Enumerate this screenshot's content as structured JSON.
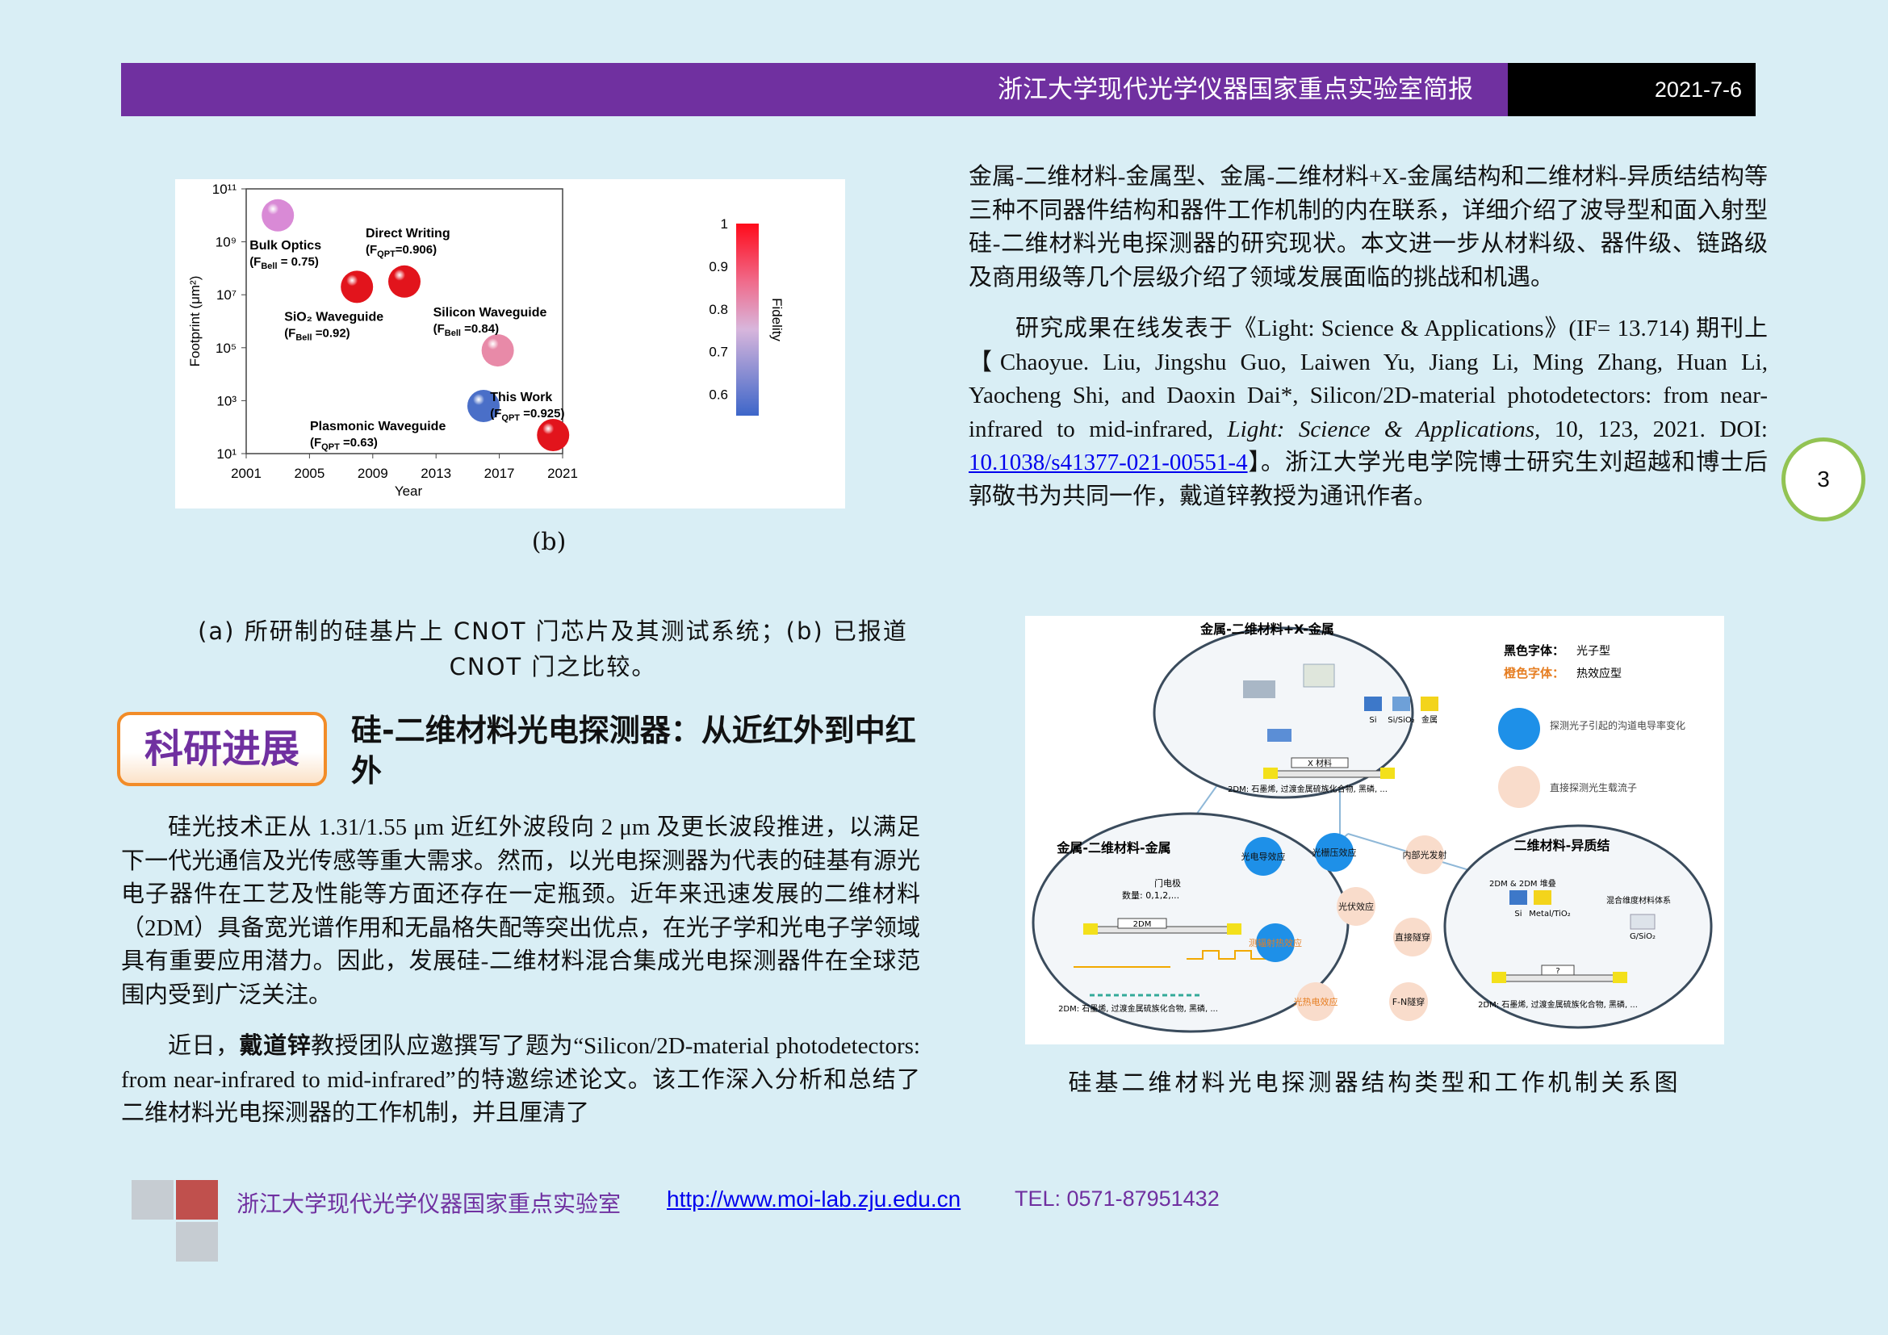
{
  "header": {
    "title": "浙江大学现代光学仪器国家重点实验室简报",
    "date": "2021-7-6",
    "colors": {
      "bar": "#7030a0",
      "date_box": "#000000"
    }
  },
  "figure_b": {
    "label": "(b)",
    "caption": "(a) 所研制的硅基片上 CNOT 门芯片及其测试系统；(b) 已报道 CNOT 门之比较。"
  },
  "chart_data": {
    "type": "scatter",
    "xlabel": "Year",
    "ylabel": "Footprint (μm²)",
    "colorbar_label": "Fidelity",
    "xlim": [
      2001,
      2021
    ],
    "ylim_log10": [
      1,
      11
    ],
    "x_ticks": [
      "2001",
      "2005",
      "2009",
      "2013",
      "2017",
      "2021"
    ],
    "y_ticks": [
      {
        "exp": 1,
        "label": "10¹"
      },
      {
        "exp": 3,
        "label": "10³"
      },
      {
        "exp": 5,
        "label": "10⁵"
      },
      {
        "exp": 7,
        "label": "10⁷"
      },
      {
        "exp": 9,
        "label": "10⁹"
      },
      {
        "exp": 11,
        "label": "10¹¹"
      }
    ],
    "colorbar_ticks": [
      "1",
      "0.9",
      "0.8",
      "0.7",
      "0.6"
    ],
    "colorbar_range": [
      0.55,
      1.0
    ],
    "points": [
      {
        "name": "Bulk Optics",
        "sub": "(F",
        "subscript": "Bell",
        "value_text": " = 0.75)",
        "x": 2003,
        "y_log10": 10.0,
        "fidelity": 0.75,
        "color": "#d98ad6"
      },
      {
        "name": "SiO₂ Waveguide",
        "sub": "(F",
        "subscript": "Bell",
        "value_text": " =0.92)",
        "x": 2008,
        "y_log10": 7.3,
        "fidelity": 0.92,
        "color": "#e2141c"
      },
      {
        "name": "Direct Writing",
        "sub": "(F",
        "subscript": "QPT",
        "value_text": "=0.906)",
        "x": 2011,
        "y_log10": 7.5,
        "fidelity": 0.906,
        "color": "#e2141c"
      },
      {
        "name": "Silicon Waveguide",
        "sub": "(F",
        "subscript": "Bell",
        "value_text": " =0.84)",
        "x": 2016.9,
        "y_log10": 4.9,
        "fidelity": 0.84,
        "color": "#e88aa8"
      },
      {
        "name": "Plasmonic Waveguide",
        "sub": "(F",
        "subscript": "QPT",
        "value_text": " =0.63)",
        "x": 2016,
        "y_log10": 2.8,
        "fidelity": 0.63,
        "color": "#4a6fc8"
      },
      {
        "name": "This Work",
        "sub": "(F",
        "subscript": "QPT",
        "value_text": " =0.925)",
        "x": 2020.4,
        "y_log10": 1.7,
        "fidelity": 0.925,
        "color": "#e2141c"
      }
    ]
  },
  "section": {
    "tag": "科研进展",
    "title": "硅-二维材料光电探测器：从近红外到中红外"
  },
  "left_body": {
    "p1": "硅光技术正从 1.31/1.55 μm 近红外波段向 2 μm 及更长波段推进，以满足下一代光通信及光传感等重大需求。然而，以光电探测器为代表的硅基有源光电子器件在工艺及性能等方面还存在一定瓶颈。近年来迅速发展的二维材料（2DM）具备宽光谱作用和无晶格失配等突出优点，在光子学和光电子学领域具有重要应用潜力。因此，发展硅-二维材料混合集成光电探测器件在全球范围内受到广泛关注。",
    "p2_a": "近日，",
    "p2_bold": "戴道锌",
    "p2_b": "教授团队应邀撰写了题为“Silicon/2D-material photodetectors: from near-infrared to mid-infrared”的特邀综述论文。该工作深入分析和总结了二维材料光电探测器的工作机制，并且厘清了"
  },
  "right_body": {
    "p1": "金属-二维材料-金属型、金属-二维材料+X-金属结构和二维材料-异质结结构等三种不同器件结构和器件工作机制的内在联系，详细介绍了波导型和面入射型硅-二维材料光电探测器的研究现状。本文进一步从材料级、器件级、链路级及商用级等几个层级介绍了领域发展面临的挑战和机遇。",
    "p2_a": "研究成果在线发表于《Light: Science & Applications》(IF= 13.714) 期刊上【Chaoyue. Liu, Jingshu Guo, Laiwen Yu, Jiang Li, Ming Zhang, Huan Li, Yaocheng Shi, and Daoxin Dai*, Silicon/2D-material photodetectors: from near-infrared to mid-infrared, ",
    "p2_italic": "Light: Science & Applications,",
    "p2_b": " 10, 123, 2021. DOI: ",
    "doi": "10.1038/s41377-021-00551-4",
    "p2_c": "】。浙江大学光电学院博士研究生刘超越和博士后郭敬书为共同一作，戴道锌教授为通讯作者。"
  },
  "page_number": "3",
  "diagram": {
    "caption": "硅基二维材料光电探测器结构类型和工作机制关系图",
    "top_title": "金属-二维材料+X-金属",
    "left_title": "金属-二维材料-金属",
    "right_title": "二维材料-异质结",
    "legend_black": "黑色字体：",
    "legend_black_val": "光子型",
    "legend_orange": "橙色字体：",
    "legend_orange_val": "热效应型",
    "legend_blue": "探测光子引起的沟道电导率变化",
    "legend_peach": "直接探测光生载流子",
    "top_x": "X 材料",
    "top_bottom": "2DM: 石墨烯, 过渡金属硫族化合物, 黑磷, ...",
    "top_si": "Si",
    "top_sisio2": "Si/SiO₂",
    "top_metal": "金属",
    "left_gate": "门电极",
    "left_num": "数量: 0,1,2,...",
    "left_2dm": "2DM",
    "left_bottom": "2DM: 石墨烯, 过渡金属硫族化合物, 黑磷, ...",
    "right_2dm": "2DM & 2DM 堆叠",
    "right_si": "Si",
    "right_metal": "Metal/TiO₂",
    "right_mix": "混合维度材料体系",
    "right_g": "G/SiO₂",
    "right_q": "?",
    "right_bottom": "2DM: 石墨烯, 过渡金属硫族化合物, 黑磷, ...",
    "n1": "光电导效应",
    "n2": "光栅压效应",
    "n3": "内部光发射",
    "n4": "光伏效应",
    "n5": "直接隧穿",
    "n6": "F-N隧穿",
    "n7": "光热电效应",
    "n8": "测辐射热效应"
  },
  "footer": {
    "org": "浙江大学现代光学仪器国家重点实验室",
    "url": "http://www.moi-lab.zju.edu.cn",
    "tel": "TEL: 0571-87951432"
  }
}
